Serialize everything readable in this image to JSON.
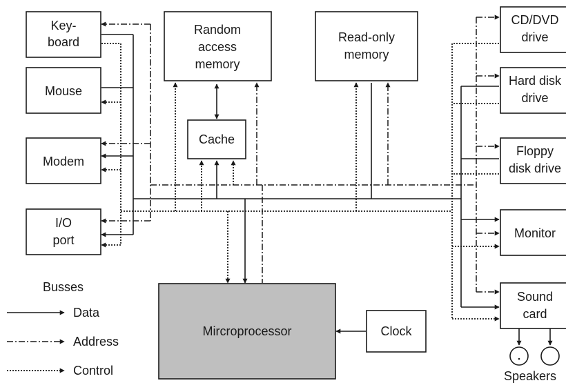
{
  "components": {
    "keyboard": [
      "Key-",
      "board"
    ],
    "ram": [
      "Random",
      "access",
      "memory"
    ],
    "rom": [
      "Read-only",
      "memory"
    ],
    "cd_dvd": [
      "CD/DVD",
      "drive"
    ],
    "mouse": [
      "Mouse"
    ],
    "hard_disk": [
      "Hard disk",
      "drive"
    ],
    "cache": [
      "Cache"
    ],
    "modem": [
      "Modem"
    ],
    "floppy": [
      "Floppy",
      "disk drive"
    ],
    "io_port": [
      "I/O",
      "port"
    ],
    "monitor": [
      "Monitor"
    ],
    "microprocessor": [
      "Mircroprocessor"
    ],
    "clock": [
      "Clock"
    ],
    "sound_card": [
      "Sound",
      "card"
    ],
    "speakers": "Speakers"
  },
  "legend": {
    "title": "Busses",
    "data": "Data",
    "address": "Address",
    "control": "Control"
  },
  "colors": {
    "line": "#1a1a1a",
    "processor_fill": "#bfbfbf",
    "box_fill": "#ffffff"
  }
}
